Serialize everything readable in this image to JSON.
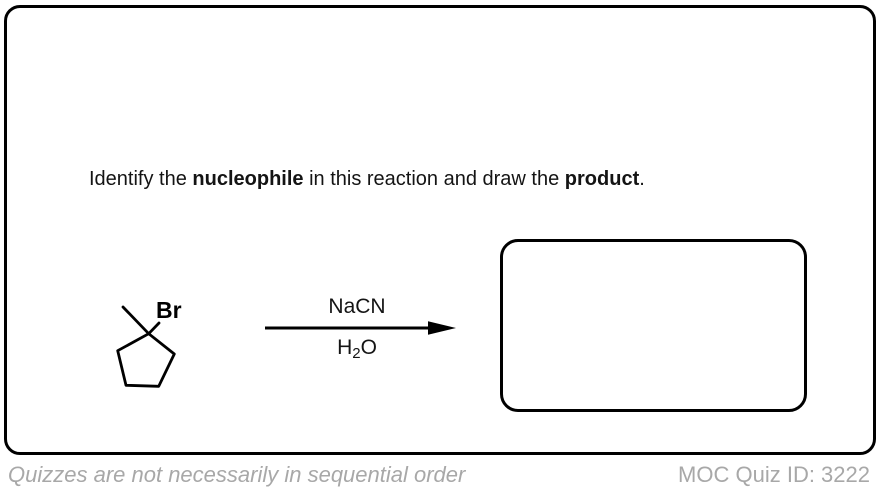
{
  "question": {
    "prefix": "Identify the ",
    "bold_term_1": "nucleophile",
    "middle": " in this reaction and draw the ",
    "bold_term_2": "product",
    "suffix": "."
  },
  "reaction": {
    "substrate_atom_label": "Br",
    "reagent_above": "NaCN",
    "reagent_below": {
      "base": "H",
      "subscript": "2",
      "tail": "O"
    }
  },
  "footer": {
    "note": "Quizzes are not necessarily in sequential order",
    "quiz_id": "MOC Quiz ID: 3222"
  },
  "colors": {
    "line": "#000000",
    "muted_text": "#a8a8a8"
  }
}
